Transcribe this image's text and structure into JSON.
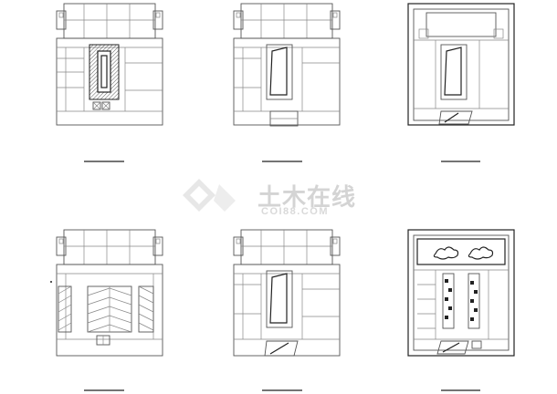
{
  "watermark": {
    "label": "土木在线",
    "url": "COI88.COM",
    "color": "#d4d4d4"
  },
  "plans": [
    {
      "id": "plan-1",
      "style": "shaft-hatched"
    },
    {
      "id": "plan-2",
      "style": "elevator-door"
    },
    {
      "id": "plan-3",
      "style": "elevator-door-frame"
    },
    {
      "id": "plan-4",
      "style": "stair-treads"
    },
    {
      "id": "plan-5",
      "style": "elevator-door"
    },
    {
      "id": "plan-6",
      "style": "landscape-pattern"
    }
  ],
  "colors": {
    "line": "#555555",
    "dark": "#222222",
    "background": "#ffffff"
  }
}
